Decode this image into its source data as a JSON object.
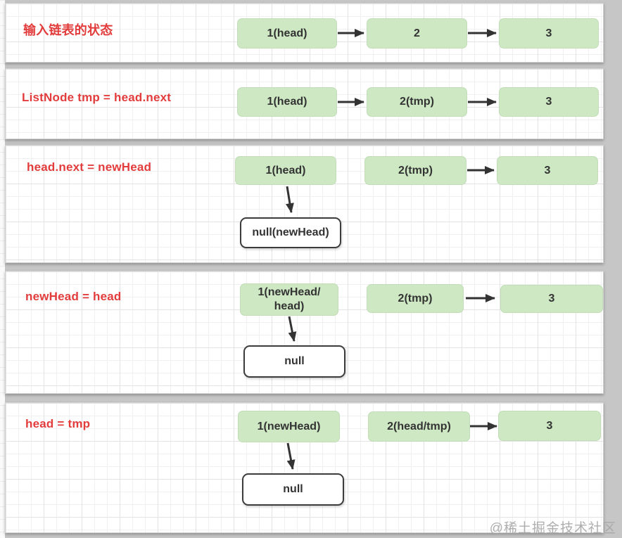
{
  "watermark": "@稀土掘金技术社区",
  "colors": {
    "node_green": "#cde8c3",
    "label_red": "#e23c3c",
    "arrow": "#333333",
    "page_bg": "#c6c6c6",
    "panel_bg": "#ffffff"
  },
  "panels": [
    {
      "label": "输入链表的状态",
      "nodes": [
        "1(head)",
        "2",
        "3"
      ]
    },
    {
      "label": "ListNode tmp = head.next",
      "nodes": [
        "1(head)",
        "2(tmp)",
        "3"
      ]
    },
    {
      "label": "head.next = newHead",
      "nodes": [
        "1(head)",
        "2(tmp)",
        "3"
      ],
      "null_label": "null(newHead)"
    },
    {
      "label": "newHead = head",
      "nodes": [
        "1(newHead/\nhead)",
        "2(tmp)",
        "3"
      ],
      "null_label": "null"
    },
    {
      "label": "head = tmp",
      "nodes": [
        "1(newHead)",
        "2(head/tmp)",
        "3"
      ],
      "null_label": "null"
    }
  ]
}
